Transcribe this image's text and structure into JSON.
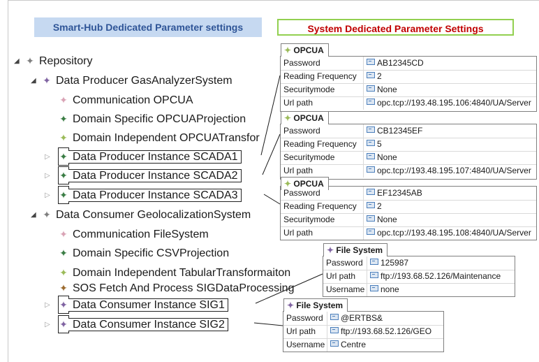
{
  "headers": {
    "left": "Smart-Hub Dedicated Parameter settings",
    "right": "System Dedicated Parameter Settings"
  },
  "tree": {
    "root": "Repository",
    "producer": "Data Producer GasAnalyzerSystem",
    "producer_children": [
      "Communication OPCUA",
      "Domain Specific OPCUAProjection",
      "Domain Independent OPCUATransfor",
      "Data Producer Instance SCADA1",
      "Data Producer Instance SCADA2",
      "Data Producer Instance SCADA3"
    ],
    "consumer": "Data Consumer GeolocalizationSystem",
    "consumer_children": [
      "Communication FileSystem",
      "Domain Specific CSVProjection",
      "Domain Independent TabularTransformaiton",
      "SOS Fetch And Process SIGDataProcessing",
      "Data Consumer Instance SIG1",
      "Data Consumer Instance SIG2"
    ]
  },
  "icon_colors": {
    "repository": "#7f7f7f",
    "communication": "#d9a3b5",
    "domain_specific": "#3a7d44",
    "domain_independent": "#9bbb59",
    "instance": "#8064a2",
    "sos": "#9c6b2f"
  },
  "panels": [
    {
      "title": "OPCUA",
      "rows": [
        {
          "key": "Password",
          "value": "AB12345CD"
        },
        {
          "key": "Reading Frequency",
          "value": "2"
        },
        {
          "key": "Securitymode",
          "value": "None"
        },
        {
          "key": "Url path",
          "value": "opc.tcp://193.48.195.106:4840/UA/Server"
        }
      ]
    },
    {
      "title": "OPCUA",
      "rows": [
        {
          "key": "Password",
          "value": "CB12345EF"
        },
        {
          "key": "Reading Frequency",
          "value": "5"
        },
        {
          "key": "Securitymode",
          "value": "None"
        },
        {
          "key": "Url path",
          "value": "opc.tcp://193.48.195.107:4840/UA/Server"
        }
      ]
    },
    {
      "title": "OPCUA",
      "rows": [
        {
          "key": "Password",
          "value": "EF12345AB"
        },
        {
          "key": "Reading Frequency",
          "value": "2"
        },
        {
          "key": "Securitymode",
          "value": "None"
        },
        {
          "key": "Url path",
          "value": "opc.tcp://193.48.195.108:4840/UA/Server"
        }
      ]
    },
    {
      "title": "File System",
      "rows": [
        {
          "key": "Password",
          "value": "125987"
        },
        {
          "key": "Url path",
          "value": "ftp://193.68.52.126/Maintenance"
        },
        {
          "key": "Username",
          "value": "none"
        }
      ]
    },
    {
      "title": "File System",
      "rows": [
        {
          "key": "Password",
          "value": "@ERTBS&"
        },
        {
          "key": "Url path",
          "value": "ftp://193.68.52.126/GEO"
        },
        {
          "key": "Username",
          "value": "Centre"
        }
      ]
    }
  ]
}
